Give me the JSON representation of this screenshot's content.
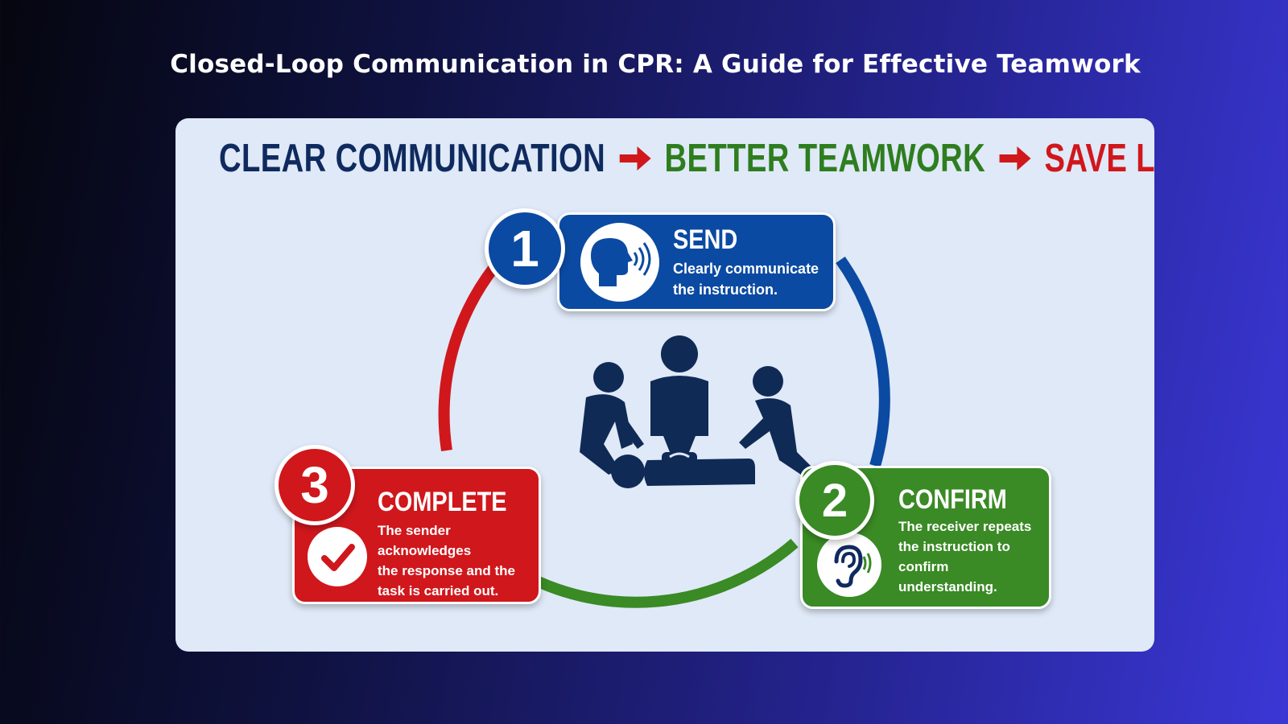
{
  "page": {
    "title": "Closed-Loop Communication in CPR: A Guide for Effective Teamwork"
  },
  "headline": {
    "part1": "CLEAR COMMUNICATION",
    "part2": "BETTER TEAMWORK",
    "part3": "SAVE LIVES",
    "colors": {
      "part1": "#0f2a5e",
      "part2": "#2e7d1f",
      "part3": "#d0171c",
      "arrow": "#d0171c"
    }
  },
  "steps": [
    {
      "number": "1",
      "title": "SEND",
      "lines": [
        "Clearly communicate",
        "the instruction."
      ],
      "color": "#0b4aa2",
      "icon": "speaking-head-icon"
    },
    {
      "number": "2",
      "title": "CONFIRM",
      "lines": [
        "The receiver repeats",
        "the instruction to",
        "confirm understanding."
      ],
      "color": "#3a8a25",
      "icon": "ear-icon"
    },
    {
      "number": "3",
      "title": "COMPLETE",
      "lines": [
        "The sender acknowledges",
        "the response and the",
        "task is carried out."
      ],
      "color": "#d0171c",
      "icon": "checkmark-icon"
    }
  ],
  "center_icon": "cpr-team-icon"
}
